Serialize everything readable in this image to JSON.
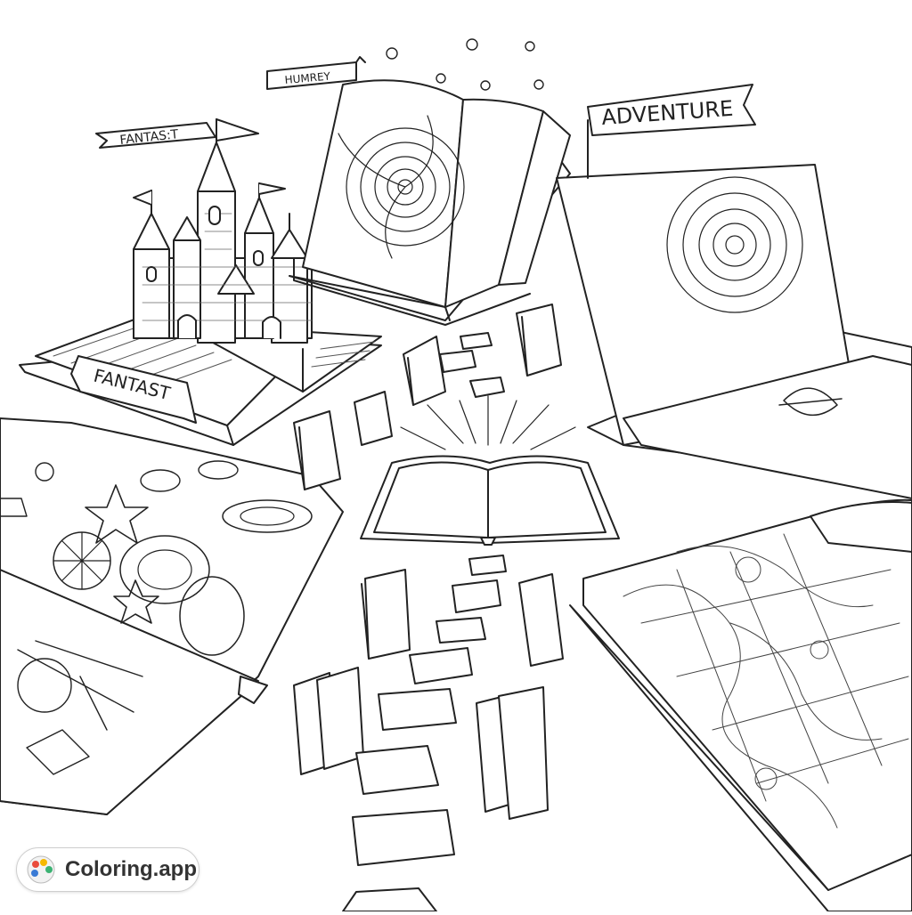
{
  "banners": {
    "castle_flag": "FANTAS:T",
    "book_flag": "HUMREY",
    "adventure_flag": "ADVENTURE",
    "ribbon": "FANTAST"
  },
  "watermark": {
    "label": "Coloring.app",
    "logo_icon": "palette-icon",
    "logo_colors": [
      "#e94b3c",
      "#f5b800",
      "#3bb273",
      "#3a7bd5"
    ]
  },
  "colors": {
    "ink": "#222222",
    "paper": "#ffffff"
  }
}
